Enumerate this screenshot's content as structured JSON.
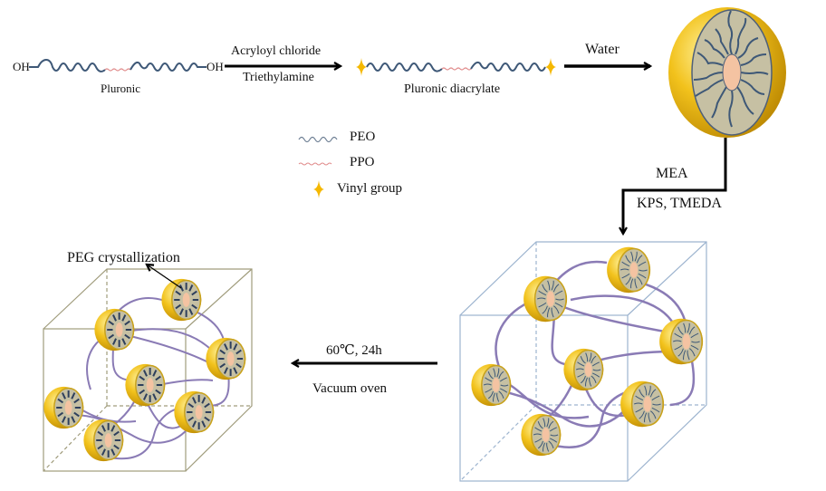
{
  "diagram": {
    "title": "Synthesis of Pluronic diacrylate micelle hydrogel with PEG crystallization",
    "step1": {
      "reactant": {
        "label": "Pluronic",
        "end_left": "OH",
        "end_right": "OH"
      },
      "reagents_top": "Acryloyl chloride",
      "reagents_bottom": "Triethylamine",
      "product": {
        "label": "Pluronic diacrylate"
      }
    },
    "step2": {
      "condition": "Water",
      "product": "micelle"
    },
    "step3": {
      "reagents_top": "MEA",
      "reagents_bottom": "KPS, TMEDA",
      "product": "micelle-crosslinked hydrogel network"
    },
    "step4": {
      "condition_top": "60℃, 24h",
      "condition_bottom": "Vacuum oven",
      "product": "hydrogel with PEG crystallization"
    },
    "annotation": "PEG crystallization",
    "legend": [
      {
        "symbol": "wavy-blue-line",
        "label": "PEO"
      },
      {
        "symbol": "wavy-pink-line",
        "label": "PPO"
      },
      {
        "symbol": "yellow-star",
        "label": "Vinyl group"
      }
    ],
    "colors": {
      "peo": "#3e5877",
      "ppo": "#e08a8a",
      "vinyl": "#f5b800",
      "shell": "#e8b21a",
      "core_face": "#c6c0a3",
      "core": "#f4c3a2",
      "crosslink": "#8a7bb5",
      "cube_right": "#9db4cf",
      "cube_left": "#a09c7c",
      "arrow": "#000000"
    }
  }
}
